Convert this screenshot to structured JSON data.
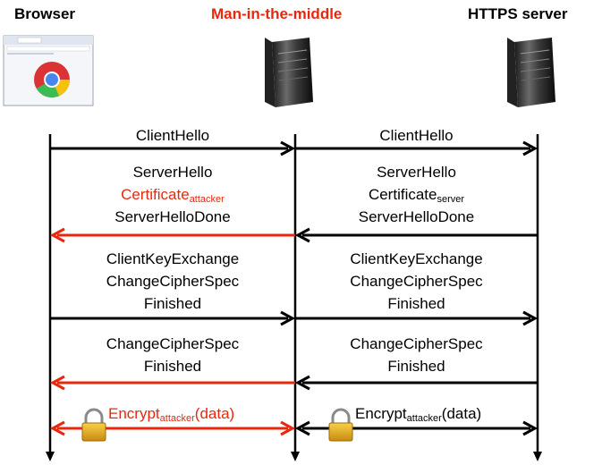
{
  "headers": {
    "browser": "Browser",
    "mitm": "Man-in-the-middle",
    "server": "HTTPS server"
  },
  "left": {
    "msg1": "ClientHello",
    "msg2_line1": "ServerHello",
    "msg2_cert": "Certificate",
    "msg2_cert_sub": "attacker",
    "msg2_line3": "ServerHelloDone",
    "msg3_line1": "ClientKeyExchange",
    "msg3_line2": "ChangeCipherSpec",
    "msg3_line3": "Finished",
    "msg4_line1": "ChangeCipherSpec",
    "msg4_line2": "Finished",
    "enc": "Encrypt",
    "enc_sub": "attacker",
    "enc_tail": "(data)"
  },
  "right": {
    "msg1": "ClientHello",
    "msg2_line1": "ServerHello",
    "msg2_cert": "Certificate",
    "msg2_cert_sub": "server",
    "msg2_line3": "ServerHelloDone",
    "msg3_line1": "ClientKeyExchange",
    "msg3_line2": "ChangeCipherSpec",
    "msg3_line3": "Finished",
    "msg4_line1": "ChangeCipherSpec",
    "msg4_line2": "Finished",
    "enc": "Encrypt",
    "enc_sub": "attacker",
    "enc_tail": "(data)"
  },
  "colors": {
    "attacker": "#e8280e",
    "normal": "#000000"
  }
}
